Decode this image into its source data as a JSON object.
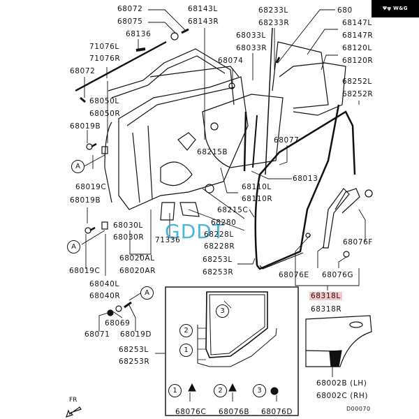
{
  "badge": {
    "text": "Ψψ W&G"
  },
  "watermark": {
    "text": "GDDT"
  },
  "orientation": {
    "label": "FR",
    "icon": "arrow-down-left-icon"
  },
  "drawing_code": "D00070",
  "highlight_color": "#f7c6c9",
  "watermark_color": "#2aa7d9",
  "labels": {
    "p68072a": "68072",
    "p68075": "68075",
    "p68136": "68136",
    "p71076L": "71076L",
    "p71076R": "71076R",
    "p68072b": "68072",
    "p68050L": "68050L",
    "p68050R": "68050R",
    "p68019Ba": "68019B",
    "p68019Ca": "68019C",
    "p68019Bb": "68019B",
    "p68019Cb": "68019C",
    "p68030L": "68030L",
    "p68030R": "68030R",
    "p68020AL": "68020AL",
    "p68020AR": "68020AR",
    "p68040L": "68040L",
    "p68040R": "68040R",
    "p68069": "68069",
    "p68071": "68071",
    "p68019D": "68019D",
    "p68253La": "68253L",
    "p68253Ra": "68253R",
    "p68143L": "68143L",
    "p68143R": "68143R",
    "p68233L": "68233L",
    "p68233R": "68233R",
    "p68033L": "68033L",
    "p68033R": "68033R",
    "p68074": "68074",
    "p680top": "680",
    "p68147L": "68147L",
    "p68147R": "68147R",
    "p68120L": "68120L",
    "p68120R": "68120R",
    "p68252L": "68252L",
    "p68252R": "68252R",
    "p68215B": "68215B",
    "p68077": "68077",
    "p68013": "68013",
    "p68110L": "68110L",
    "p68110R": "68110R",
    "p68215C": "68215C",
    "p68280": "68280",
    "p68228L": "68228L",
    "p68228R": "68228R",
    "p68253Lb": "68253L",
    "p68253Rb": "68253R",
    "p71336": "71336",
    "p68076F": "68076F",
    "p68076E": "68076E",
    "p68076G": "68076G",
    "p68318L": "68318L",
    "p68318R": "68318R",
    "p68002B": "68002B (LH)",
    "p68002C": "68002C (RH)",
    "p68076C": "68076C",
    "p68076B": "68076B",
    "p68076D": "68076D"
  },
  "callouts": {
    "A1": "A",
    "A2": "A",
    "A3": "A",
    "n1a": "1",
    "n2a": "2",
    "n3a": "3",
    "n1b": "1",
    "n2b": "2",
    "n3b": "3"
  }
}
